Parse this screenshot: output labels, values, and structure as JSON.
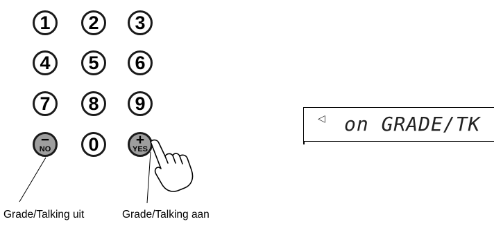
{
  "keypad": {
    "digits": [
      "1",
      "2",
      "3",
      "4",
      "5",
      "6",
      "7",
      "8",
      "9",
      "0"
    ],
    "no_key": {
      "symbol": "−",
      "label": "NO"
    },
    "yes_key": {
      "symbol": "+",
      "label": "YES"
    }
  },
  "captions": {
    "off": "Grade/Talking uit",
    "on": "Grade/Talking aan"
  },
  "display": {
    "marker": "◁",
    "text": "on GRADE/TK"
  },
  "colors": {
    "key_outline": "#1a1a1a",
    "gray_key_fill": "#9e9e9e"
  }
}
